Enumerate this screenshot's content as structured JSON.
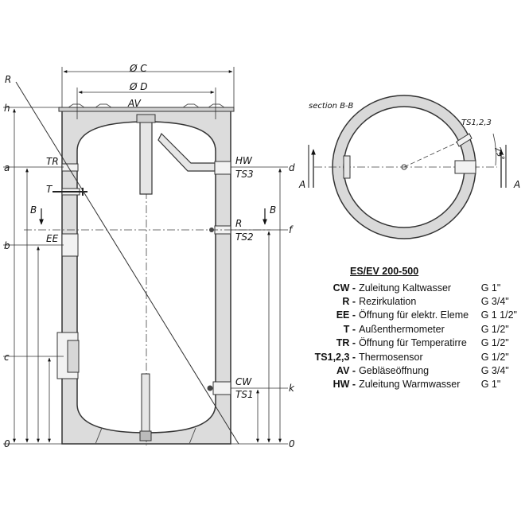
{
  "dimensions": {
    "outer_diameter": "Ø C",
    "inner_diameter": "Ø D",
    "radius": "R"
  },
  "left_levels": [
    "h",
    "a",
    "b",
    "c",
    "0"
  ],
  "right_levels": [
    "d",
    "f",
    "k",
    "0"
  ],
  "connections": {
    "av": "AV",
    "tr": "TR",
    "t": "T",
    "ee": "EE",
    "hw": "HW",
    "ts3": "TS3",
    "r": "R",
    "ts2": "TS2",
    "cw": "CW",
    "ts1": "TS1"
  },
  "section_marks": {
    "left": "B",
    "right": "B"
  },
  "section_view": {
    "title": "section B-B",
    "sensor_label": "TS1,2,3",
    "angle": "25°",
    "mark_left": "A",
    "mark_right": "A"
  },
  "legend": {
    "title": "ES/EV 200-500",
    "rows": [
      {
        "code": "CW -",
        "desc": "Zuleitung Kaltwasser",
        "conn": "G 1\""
      },
      {
        "code": "R -",
        "desc": "Rezirkulation",
        "conn": "G 3/4\""
      },
      {
        "code": "EE -",
        "desc": "Öffnung für elektr. Eleme",
        "conn": "G 1 1/2\""
      },
      {
        "code": "T -",
        "desc": "Außenthermometer",
        "conn": "G 1/2\""
      },
      {
        "code": "TR -",
        "desc": "Öffnung für Temperatirre",
        "conn": "G 1/2\""
      },
      {
        "code": "TS1,2,3 -",
        "desc": "Thermosensor",
        "conn": "G 1/2\""
      },
      {
        "code": "AV -",
        "desc": "Gebläseöffnung",
        "conn": "G 3/4\""
      },
      {
        "code": "HW -",
        "desc": "Zuleitung Warmwasser",
        "conn": "G 1\""
      }
    ]
  }
}
